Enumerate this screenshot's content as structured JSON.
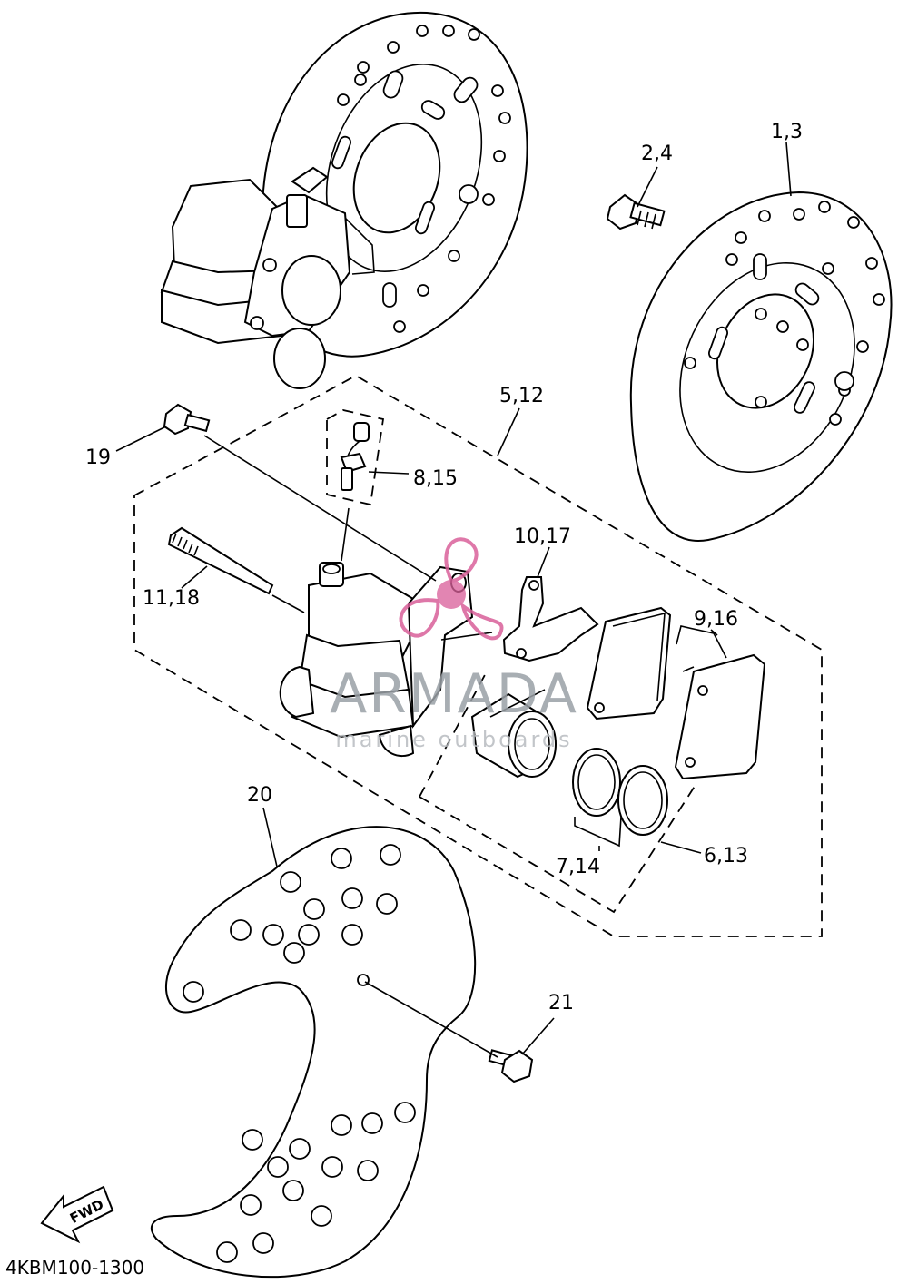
{
  "callouts": {
    "c1_3": "1,3",
    "c2_4": "2,4",
    "c5_12": "5,12",
    "c19": "19",
    "c8_15": "8,15",
    "c10_17": "10,17",
    "c11_18": "11,18",
    "c9_16": "9,16",
    "c20": "20",
    "c7_14": "7,14",
    "c6_13": "6,13",
    "c21": "21"
  },
  "watermark": {
    "brand": "ARMADA",
    "tagline": "marine outboards",
    "brand_color": "#d9609a",
    "text_color": "#9aa0a6"
  },
  "fwd_label": "FWD",
  "diagram_code": "4KBM100-1300"
}
